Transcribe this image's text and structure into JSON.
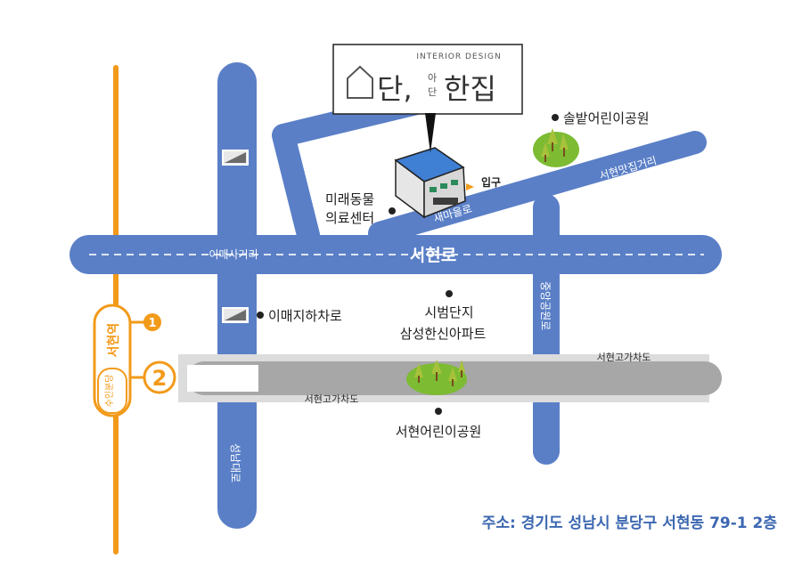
{
  "logo": {
    "tagline": "INTERIOR DESIGN",
    "name_left": "단,",
    "name_small_top": "아",
    "name_small_bottom": "단",
    "name_right": "한집",
    "icon": "house-outline-icon"
  },
  "roads": {
    "main_horizontal": "서현로",
    "intersection": "이매사거리",
    "saemaeul": "새마을로",
    "seohyeon_mat": "서현맛집거리",
    "jungang": "중앙공원로",
    "seongnam": "성남대로",
    "overpass_top": "서현고가차도",
    "overpass_bottom": "서현고가차도"
  },
  "places": {
    "park_top": "솔밭어린이공원",
    "vet_line1": "미래동물",
    "vet_line2": "의료센터",
    "entrance": "입구",
    "underpass": "이매지하차로",
    "apartment_line1": "시범단지",
    "apartment_line2": "삼성한신아파트",
    "park_bottom": "서현어린이공원"
  },
  "station": {
    "name": "서현역",
    "line": "수인분당",
    "exit1": "1",
    "exit2": "2"
  },
  "address": "주소: 경기도 성남시 분당구 서현동 79-1 2층",
  "colors": {
    "road": "#5a7fc7",
    "road_dash": "#dfe7f6",
    "overpass": "#a7a7a7",
    "overpass_outline": "#dcdcdc",
    "rail": "#f29a1a",
    "park": "#7dbb33",
    "address": "#3c67b1",
    "building_roof": "#3f7fd4"
  }
}
